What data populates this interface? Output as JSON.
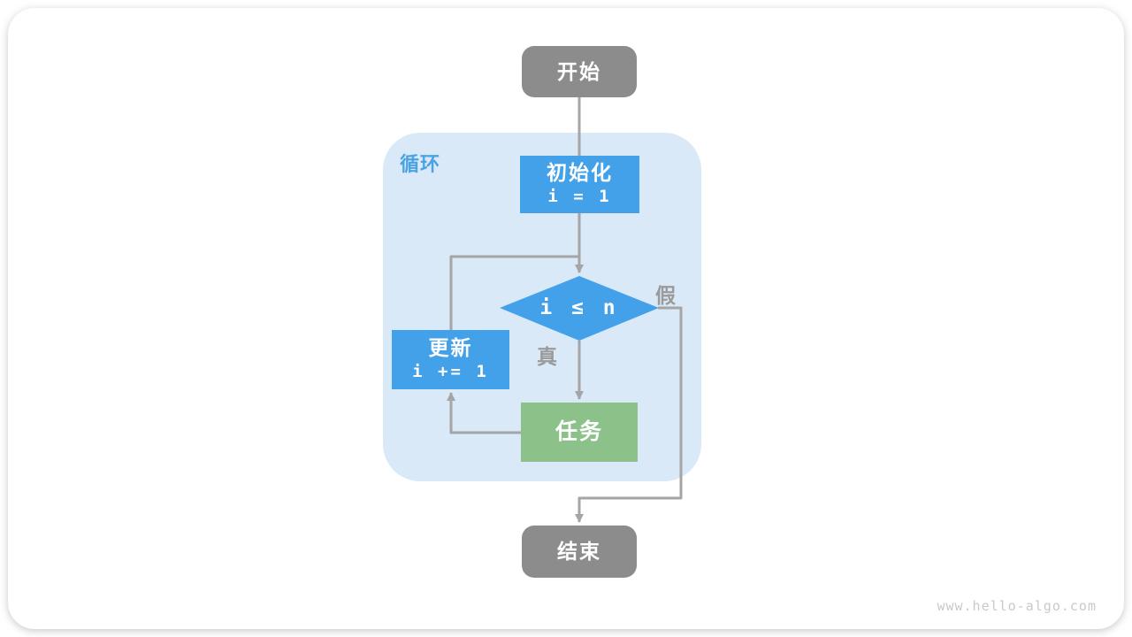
{
  "diagram": {
    "type": "flowchart",
    "topic": "loop structure (while loop)",
    "container": {
      "label": "循环"
    },
    "nodes": [
      {
        "id": "start",
        "label": "开始",
        "shape": "rounded-rect",
        "fill": "#8c8c8c"
      },
      {
        "id": "init",
        "label": "初始化",
        "code": "i = 1",
        "shape": "rect",
        "fill": "#42a1e8"
      },
      {
        "id": "condition",
        "label": "i ≤ n",
        "shape": "diamond",
        "fill": "#42a1e8"
      },
      {
        "id": "update",
        "label": "更新",
        "code": "i += 1",
        "shape": "rect",
        "fill": "#42a1e8"
      },
      {
        "id": "task",
        "label": "任务",
        "shape": "rect",
        "fill": "#8dc18a"
      },
      {
        "id": "end",
        "label": "结束",
        "shape": "rounded-rect",
        "fill": "#8c8c8c"
      }
    ],
    "edges": [
      {
        "from": "start",
        "to": "init",
        "label": ""
      },
      {
        "from": "init",
        "to": "condition",
        "label": ""
      },
      {
        "from": "condition",
        "to": "task",
        "label": "真"
      },
      {
        "from": "task",
        "to": "update",
        "label": ""
      },
      {
        "from": "update",
        "to": "condition",
        "label": ""
      },
      {
        "from": "condition",
        "to": "end",
        "label": "假"
      }
    ],
    "colors": {
      "node_blue": "#42a1e8",
      "node_green": "#8dc18a",
      "node_gray": "#8c8c8c",
      "loop_container_bg": "#d9e9f8",
      "loop_label_blue": "#4aa3e2",
      "edge_line_gray": "#a5a5a5",
      "edge_label_gray": "#9a9a9a"
    },
    "watermark": "www.hello-algo.com"
  }
}
